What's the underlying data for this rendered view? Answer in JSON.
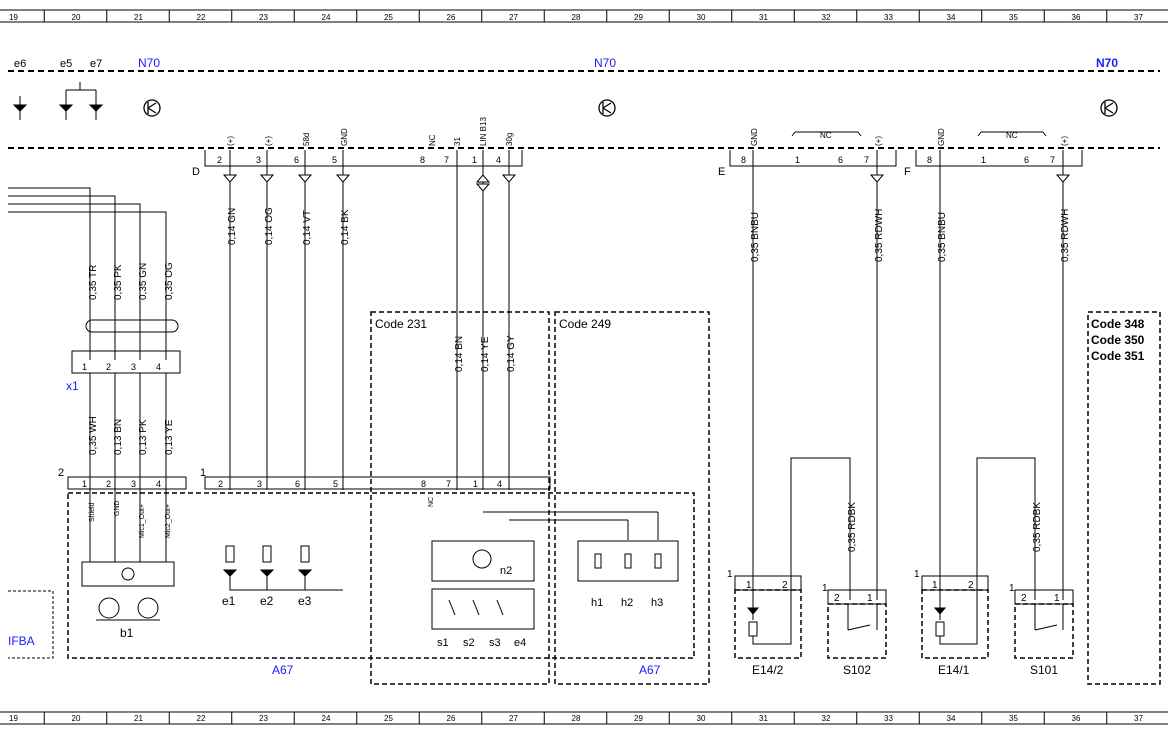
{
  "grid": {
    "top": [
      "19",
      "20",
      "21",
      "22",
      "23",
      "24",
      "25",
      "26",
      "27",
      "28",
      "29",
      "30",
      "31",
      "32",
      "33",
      "34",
      "35",
      "36",
      "37"
    ],
    "bottom": [
      "19",
      "20",
      "21",
      "22",
      "23",
      "24",
      "25",
      "26",
      "27",
      "28",
      "29",
      "30",
      "31",
      "32",
      "33",
      "34",
      "35",
      "36",
      "37"
    ]
  },
  "labels": {
    "n70_a": "N70",
    "n70_b": "N70",
    "n70_c": "N70",
    "e6": "e6",
    "e5": "e5",
    "e7": "e7",
    "conn_d": "D",
    "conn_e": "E",
    "conn_f": "F",
    "code231": "Code 231",
    "code249": "Code 249",
    "code348": "Code 348",
    "code350": "Code 350",
    "code351": "Code 351",
    "x1": "x1",
    "ifba": "IFBA",
    "a67_a": "A67",
    "a67_b": "A67",
    "e1": "e1",
    "e2": "e2",
    "e3": "e3",
    "b1": "b1",
    "n2": "n2",
    "s1": "s1",
    "s2": "s2",
    "s3": "s3",
    "e4": "e4",
    "h1": "h1",
    "h2": "h2",
    "h3": "h3",
    "e14_2": "E14/2",
    "s102": "S102",
    "e14_1": "E14/1",
    "s101": "S101"
  },
  "pins_top": {
    "d_plus1": "(+)",
    "d_plus2": "(+)",
    "d_58d": "58d",
    "d_gnd": "GND",
    "d_nc": "NC",
    "d_31": "31",
    "d_lin": "LIN B13",
    "d_30g": "30g",
    "e_gnd": "GND",
    "e_nc": "NC",
    "e_plus": "(+)",
    "f_gnd": "GND",
    "f_nc": "NC",
    "f_plus": "(+)"
  },
  "wires": {
    "w1": "0,14 GN",
    "w2": "0,14 OG",
    "w3": "0,14 VT",
    "w4": "0,14 BK",
    "wtr": "0,35 TR",
    "wpk": "0,35 PK",
    "wgn": "0,35 GN",
    "wog": "0,35 OG",
    "wwh": "0,35 WH",
    "wbn": "0,13 BN",
    "wpk2": "0,13 PK",
    "wye": "0,13 YE",
    "wbn14": "0,14 BN",
    "wye14": "0,14 YE",
    "wgy14": "0,14 GY",
    "ebnbu": "0,35 BNBU",
    "erdwh": "0,35 RDWH",
    "erdbk": "0,35 RDBK",
    "fbnbu": "0,35 BNBU",
    "frdwh": "0,35 RDWH",
    "frdbk": "0,35 RDBK"
  },
  "a67_pins": {
    "shield": "Shield",
    "gnd": "GND",
    "mic1": "Mic1_Out+",
    "mic2": "Mic2_Out+",
    "nc": "NC"
  },
  "pin_numbers": {
    "d2": "2",
    "d3": "3",
    "d6": "6",
    "d5": "5",
    "d8": "8",
    "d7": "7",
    "d1": "1",
    "d4": "4",
    "x1_1": "1",
    "x1_2": "2",
    "x1_3": "3",
    "x1_4": "4",
    "c2_1": "1",
    "c2_2": "2",
    "c2_3": "3",
    "c2_4": "4",
    "c1_2": "2",
    "c1_3": "3",
    "c1_6": "6",
    "c1_5": "5",
    "c1_8": "8",
    "c1_7": "7",
    "c1_1": "1",
    "c1_4": "4",
    "conn2": "2",
    "conn1": "1",
    "e8": "8",
    "e1": "1",
    "e6": "6",
    "e7": "7",
    "f8": "8",
    "f1": "1",
    "f6": "6",
    "f7": "7",
    "e142_1": "1",
    "e142_1b": "1",
    "e142_2": "2",
    "s102_1": "1",
    "s102_2": "2",
    "s102_1b": "1",
    "e141_1": "1",
    "e141_1b": "1",
    "e141_2": "2",
    "s101_1": "1",
    "s101_2": "2",
    "s101_1b": "1"
  }
}
